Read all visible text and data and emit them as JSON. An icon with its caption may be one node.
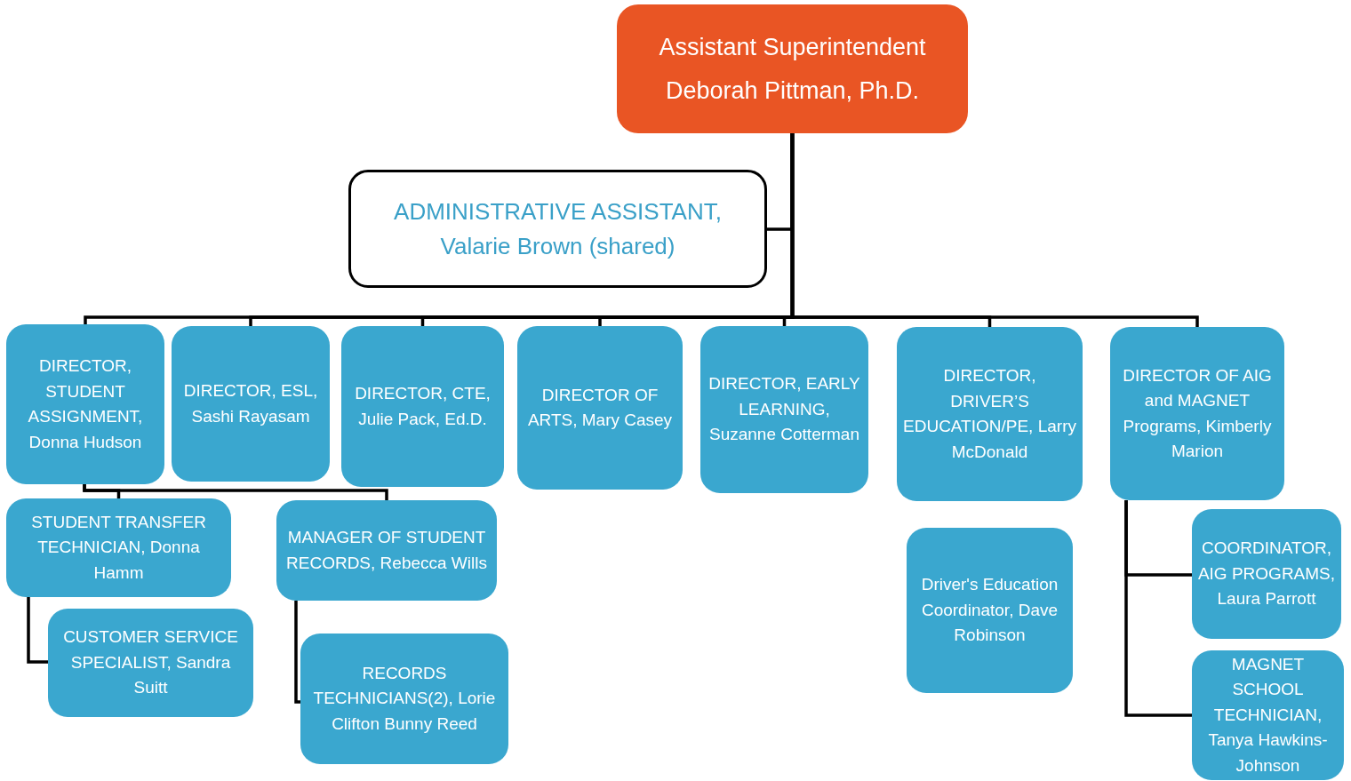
{
  "diagram": {
    "nodes": [
      {
        "text": [
          "Assistant Superintendent",
          "Deborah Pittman, Ph.D."
        ]
      },
      {
        "text": [
          "ADMINISTRATIVE ASSISTANT, Valarie Brown (shared)"
        ]
      },
      {
        "text": [
          "DIRECTOR, STUDENT ASSIGNMENT, Donna Hudson"
        ]
      },
      {
        "text": [
          "DIRECTOR, ESL, Sashi Rayasam"
        ]
      },
      {
        "text": [
          "DIRECTOR, CTE, Julie Pack, Ed.D."
        ]
      },
      {
        "text": [
          "DIRECTOR OF ARTS, Mary Casey"
        ]
      },
      {
        "text": [
          "DIRECTOR, EARLY LEARNING, Suzanne Cotterman"
        ]
      },
      {
        "text": [
          "DIRECTOR, DRIVER’S EDUCATION/PE, Larry McDonald"
        ]
      },
      {
        "text": [
          "DIRECTOR OF AIG and MAGNET Programs, Kimberly Marion"
        ]
      },
      {
        "text": [
          "STUDENT TRANSFER TECHNICIAN, Donna Hamm"
        ]
      },
      {
        "text": [
          "MANAGER OF STUDENT RECORDS, Rebecca Wills"
        ]
      },
      {
        "text": [
          "CUSTOMER SERVICE SPECIALIST, Sandra Suitt"
        ]
      },
      {
        "text": [
          "RECORDS TECHNICIANS(2), Lorie Clifton Bunny Reed"
        ]
      },
      {
        "text": [
          "Driver's Education Coordinator, Dave Robinson"
        ]
      },
      {
        "text": [
          "COORDINATOR, AIG PROGRAMS, Laura Parrott"
        ]
      },
      {
        "text": [
          "MAGNET SCHOOL TECHNICIAN, Tanya Hawkins-Johnson"
        ]
      }
    ],
    "edges": [
      {
        "from": 0,
        "to": 1,
        "arrow": "none"
      },
      {
        "from": 0,
        "to": 2,
        "arrow": "none"
      },
      {
        "from": 0,
        "to": 3,
        "arrow": "none"
      },
      {
        "from": 0,
        "to": 4,
        "arrow": "none"
      },
      {
        "from": 0,
        "to": 5,
        "arrow": "none"
      },
      {
        "from": 0,
        "to": 6,
        "arrow": "none"
      },
      {
        "from": 0,
        "to": 7,
        "arrow": "none"
      },
      {
        "from": 0,
        "to": 8,
        "arrow": "none"
      },
      {
        "from": 2,
        "to": 9,
        "arrow": "none"
      },
      {
        "from": 2,
        "to": 10,
        "arrow": "none"
      },
      {
        "from": 9,
        "to": 11,
        "arrow": "none"
      },
      {
        "from": 10,
        "to": 12,
        "arrow": "none"
      },
      {
        "from": 8,
        "to": 14,
        "arrow": "none"
      },
      {
        "from": 8,
        "to": 15,
        "arrow": "none"
      }
    ]
  }
}
